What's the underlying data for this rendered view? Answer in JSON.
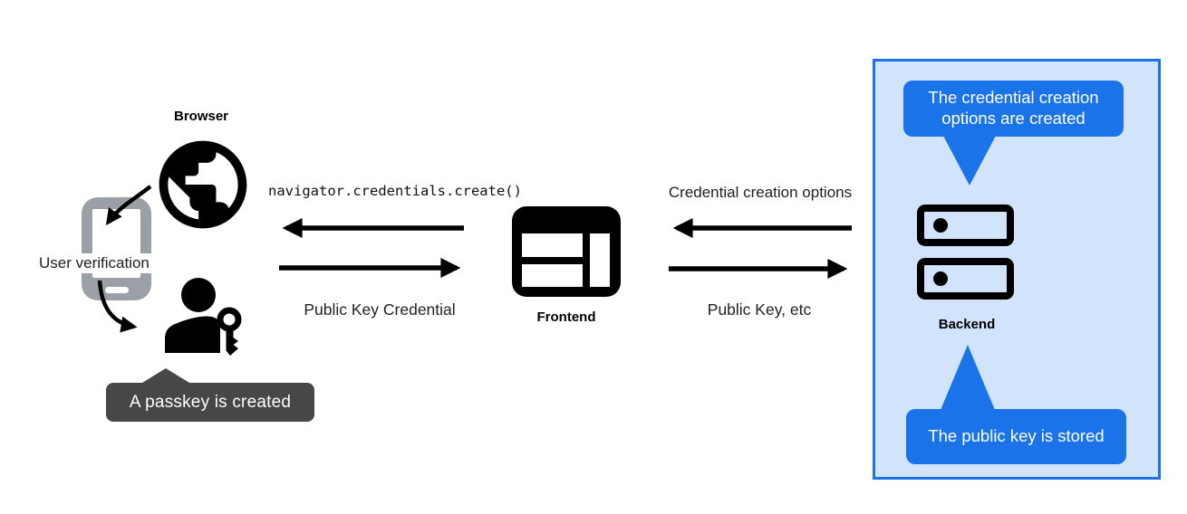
{
  "colors": {
    "accent_blue": "#1a73e8",
    "panel_background": "#d2e3fc",
    "tooltip_gray": "#474747",
    "phone_gray": "#9aa0a6",
    "icon_black": "#000000"
  },
  "left_group": {
    "browser_label": "Browser",
    "user_verification_label": "User verification",
    "passkey_tooltip": "A passkey is created"
  },
  "frontend_group": {
    "label": "Frontend",
    "arrow_to_browser_label": "navigator.credentials.create()",
    "arrow_from_browser_label": "Public Key Credential"
  },
  "backend_group": {
    "label": "Backend",
    "arrow_to_frontend_label": "Credential creation options",
    "arrow_from_frontend_label": "Public Key, etc",
    "top_callout_text": "The credential creation options are created",
    "bottom_callout_text": "The public key is stored"
  }
}
